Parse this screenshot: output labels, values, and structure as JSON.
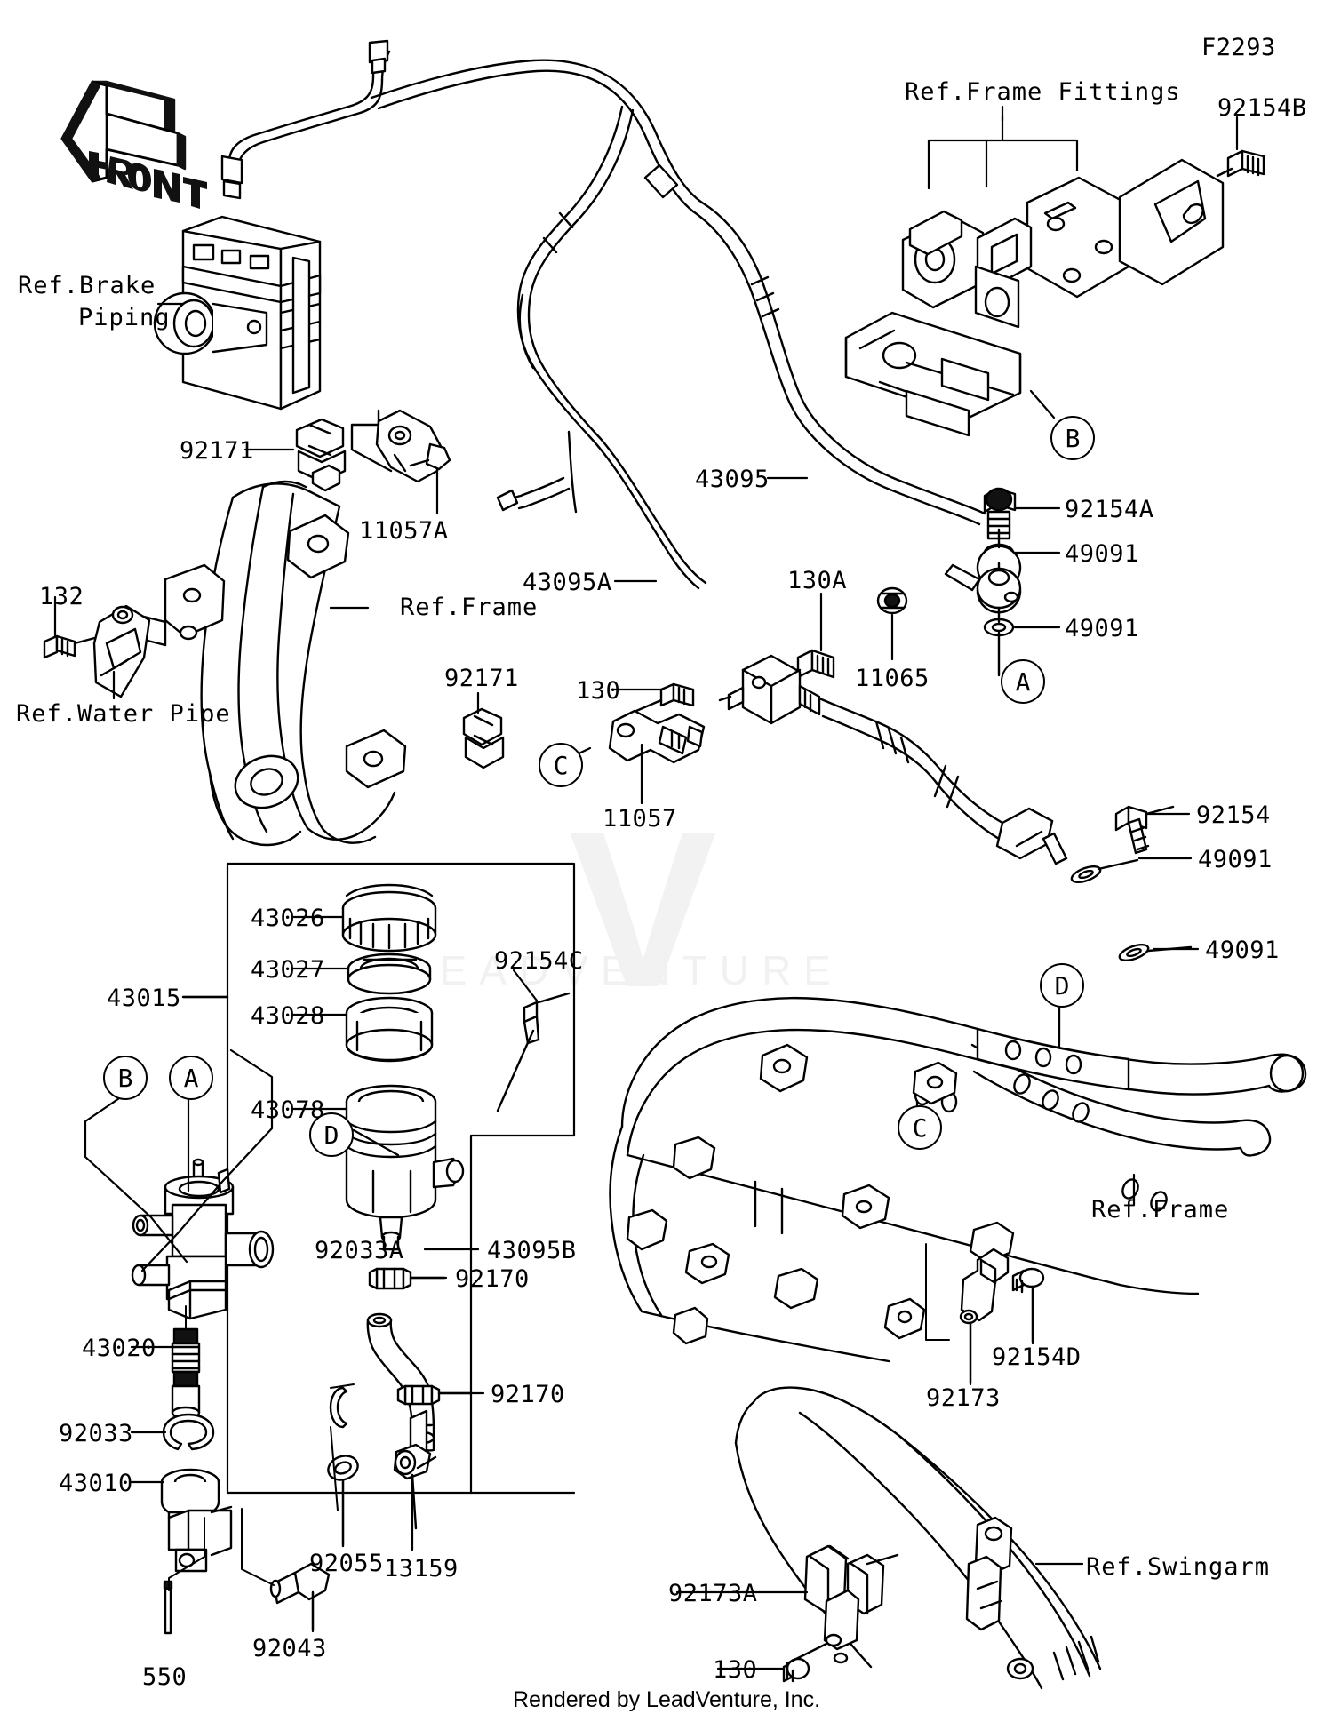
{
  "sheet": {
    "code": "F2293",
    "footer": "Rendered by LeadVenture, Inc.",
    "watermark_text": "LEADVENTURE",
    "front_arrow_label": "FRONT"
  },
  "references": {
    "brake_piping_l1": "Ref.Brake",
    "brake_piping_l2": "Piping",
    "frame_fittings": "Ref.Frame Fittings",
    "frame_left": "Ref.Frame",
    "frame_right": "Ref.Frame",
    "water_pipe": "Ref.Water Pipe",
    "swingarm": "Ref.Swingarm"
  },
  "callout_circles": {
    "b_upper": "B",
    "a_mid": "A",
    "c_mid": "C",
    "d_right": "D",
    "c_right": "C",
    "b_assy": "B",
    "a_assy": "A",
    "d_assy": "D"
  },
  "part_numbers": {
    "p92154B": "92154B",
    "p92171_top": "92171",
    "p11057A": "11057A",
    "p132": "132",
    "p92171_bot": "92171",
    "p43095": "43095",
    "p43095A": "43095A",
    "p92154A": "92154A",
    "p49091_a1": "49091",
    "p49091_a2": "49091",
    "p130A": "130A",
    "p11065": "11065",
    "p130_mid": "130",
    "p11057": "11057",
    "p92154": "92154",
    "p49091_r1": "49091",
    "p49091_r2": "49091",
    "p43015": "43015",
    "p43026": "43026",
    "p43027": "43027",
    "p43028": "43028",
    "p43078": "43078",
    "p92154C": "92154C",
    "p92170_top": "92170",
    "p92033A": "92033A",
    "p43095B": "43095B",
    "p92170_bot": "92170",
    "p43020": "43020",
    "p92033": "92033",
    "p43010": "43010",
    "p92055": "92055",
    "p13159": "13159",
    "p92043": "92043",
    "p550": "550",
    "p92173": "92173",
    "p92154D": "92154D",
    "p92173A": "92173A",
    "p130_bot": "130"
  },
  "colors": {
    "line": "#000000",
    "background": "#ffffff",
    "watermark": "#f1f1f1"
  }
}
